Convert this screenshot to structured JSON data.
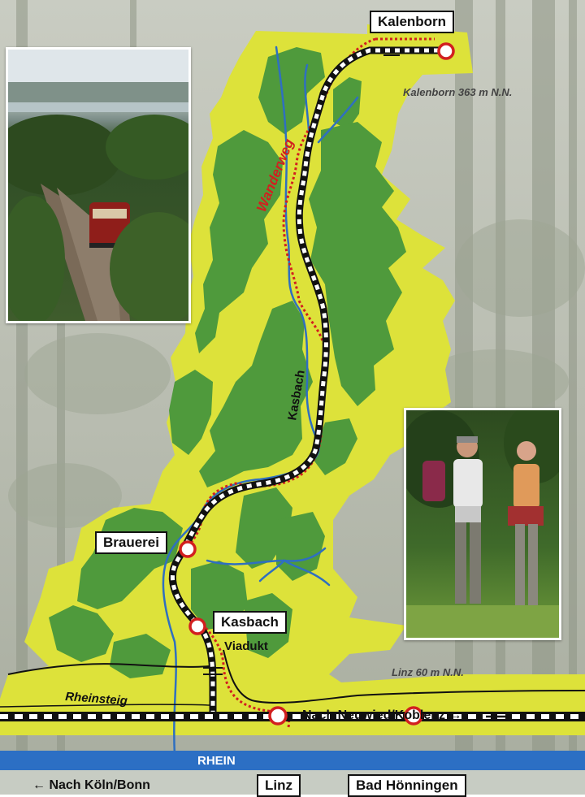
{
  "stations": {
    "kalenborn": "Kalenborn",
    "brauerei": "Brauerei",
    "kasbach": "Kasbach",
    "linz": "Linz",
    "bad_hoenningen": "Bad Hönningen"
  },
  "elevations": {
    "kalenborn": "Kalenborn 363 m N.N.",
    "linz": "Linz 60 m N.N."
  },
  "labels": {
    "wanderweg": "Wanderweg",
    "kasbach_stream": "Kasbach",
    "viadukt": "Viadukt",
    "rheinsteig": "Rheinsteig",
    "rhein": "RHEIN",
    "nach_neuwied": "Nach Neuwied/Koblenz",
    "nach_koeln": "Nach Köln/Bonn"
  },
  "colors": {
    "yellow_area": "#dde23a",
    "forest": "#4f9a3c",
    "river": "#2f6fc0",
    "trail": "#d21f1f",
    "rhine": "#2c6fc4"
  },
  "icons": {
    "station_marker": "circle-station-icon",
    "arrow_right": "arrow-right-icon",
    "arrow_left": "arrow-left-icon"
  }
}
